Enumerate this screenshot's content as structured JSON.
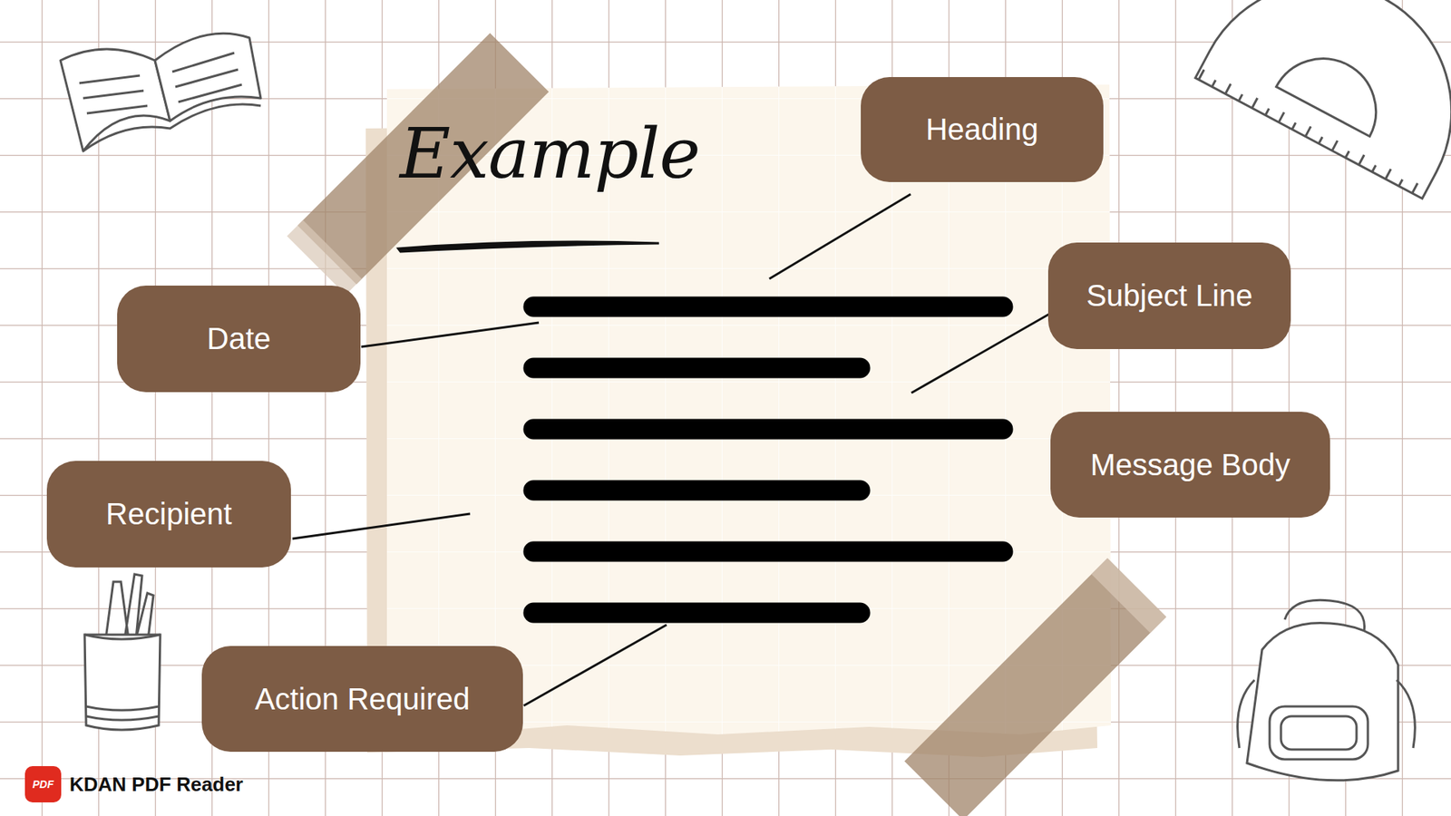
{
  "diagram": {
    "title": "Example",
    "nodes": [
      {
        "text": [
          "Heading"
        ]
      },
      {
        "text": [
          "Subject Line"
        ]
      },
      {
        "text": [
          "Date"
        ]
      },
      {
        "text": [
          "Message Body"
        ]
      },
      {
        "text": [
          "Recipient"
        ]
      },
      {
        "text": [
          "Action Required"
        ]
      }
    ],
    "labels": [
      "PDF",
      "KDAN PDF Reader"
    ]
  }
}
